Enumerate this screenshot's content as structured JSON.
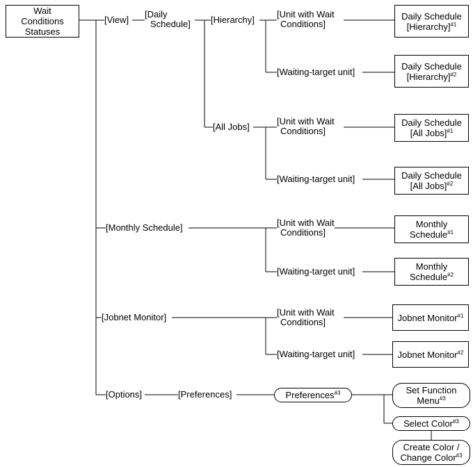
{
  "root": {
    "line1": "Wait",
    "line2": "Conditions",
    "line3": "Statuses"
  },
  "menu": {
    "view": "[View]",
    "daily_schedule_1": "[Daily",
    "daily_schedule_2": "Schedule]",
    "hierarchy": "[Hierarchy]",
    "all_jobs": "[All Jobs]",
    "monthly_schedule": "[Monthly Schedule]",
    "jobnet_monitor": "[Jobnet Monitor]",
    "options": "[Options]",
    "preferences": "[Preferences]"
  },
  "branch": {
    "unit_wait_1": "[Unit with Wait",
    "unit_wait_2": "Conditions]",
    "waiting_target": "[Waiting-target unit]"
  },
  "windows": {
    "ds_hier_1": {
      "line1": "Daily Schedule",
      "line2": "[Hierarchy]",
      "note": "#1"
    },
    "ds_hier_2": {
      "line1": "Daily Schedule",
      "line2": "[Hierarchy]",
      "note": "#2"
    },
    "ds_all_1": {
      "line1": "Daily Schedule",
      "line2": "[All Jobs]",
      "note": "#1"
    },
    "ds_all_2": {
      "line1": "Daily Schedule",
      "line2": "[All Jobs]",
      "note": "#2"
    },
    "monthly_1": {
      "line1": "Monthly",
      "line2": "Schedule",
      "note": "#1"
    },
    "monthly_2": {
      "line1": "Monthly",
      "line2": "Schedule",
      "note": "#2"
    },
    "jobnet_1": {
      "line1": "Jobnet Monitor",
      "note": "#1"
    },
    "jobnet_2": {
      "line1": "Jobnet Monitor",
      "note": "#2"
    }
  },
  "dialogs": {
    "preferences": {
      "label": "Preferences",
      "note": "#3"
    },
    "set_function_menu": {
      "line1": "Set Function",
      "line2": "Menu",
      "note": "#3"
    },
    "select_color": {
      "label": "Select Color",
      "note": "#3"
    },
    "create_color": {
      "line1": "Create Color /",
      "line2": "Change Color",
      "note": "#3"
    }
  }
}
